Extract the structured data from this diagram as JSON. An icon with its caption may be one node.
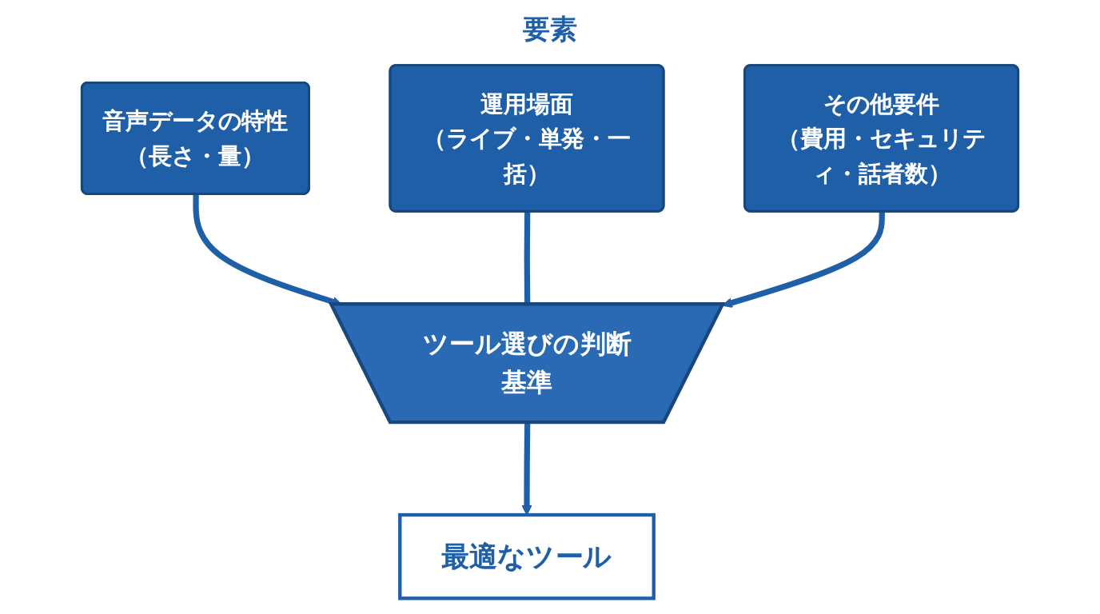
{
  "diagram": {
    "title": "要素",
    "nodes": [
      {
        "text": [
          "音声データの特性",
          "（長さ・量）"
        ]
      },
      {
        "text": [
          "運用場面",
          "（ライブ・単発・一括）"
        ]
      },
      {
        "text": [
          "その他要件",
          "（費用・セキュリティ・話者数）"
        ]
      },
      {
        "text": [
          "ツール選びの判断基準"
        ]
      },
      {
        "text": [
          "最適なツール"
        ]
      }
    ],
    "edges": [
      {
        "from": 0,
        "to": 3,
        "arrow": "to"
      },
      {
        "from": 1,
        "to": 3,
        "arrow": "none"
      },
      {
        "from": 2,
        "to": 3,
        "arrow": "to"
      },
      {
        "from": 3,
        "to": 4,
        "arrow": "to"
      }
    ]
  }
}
